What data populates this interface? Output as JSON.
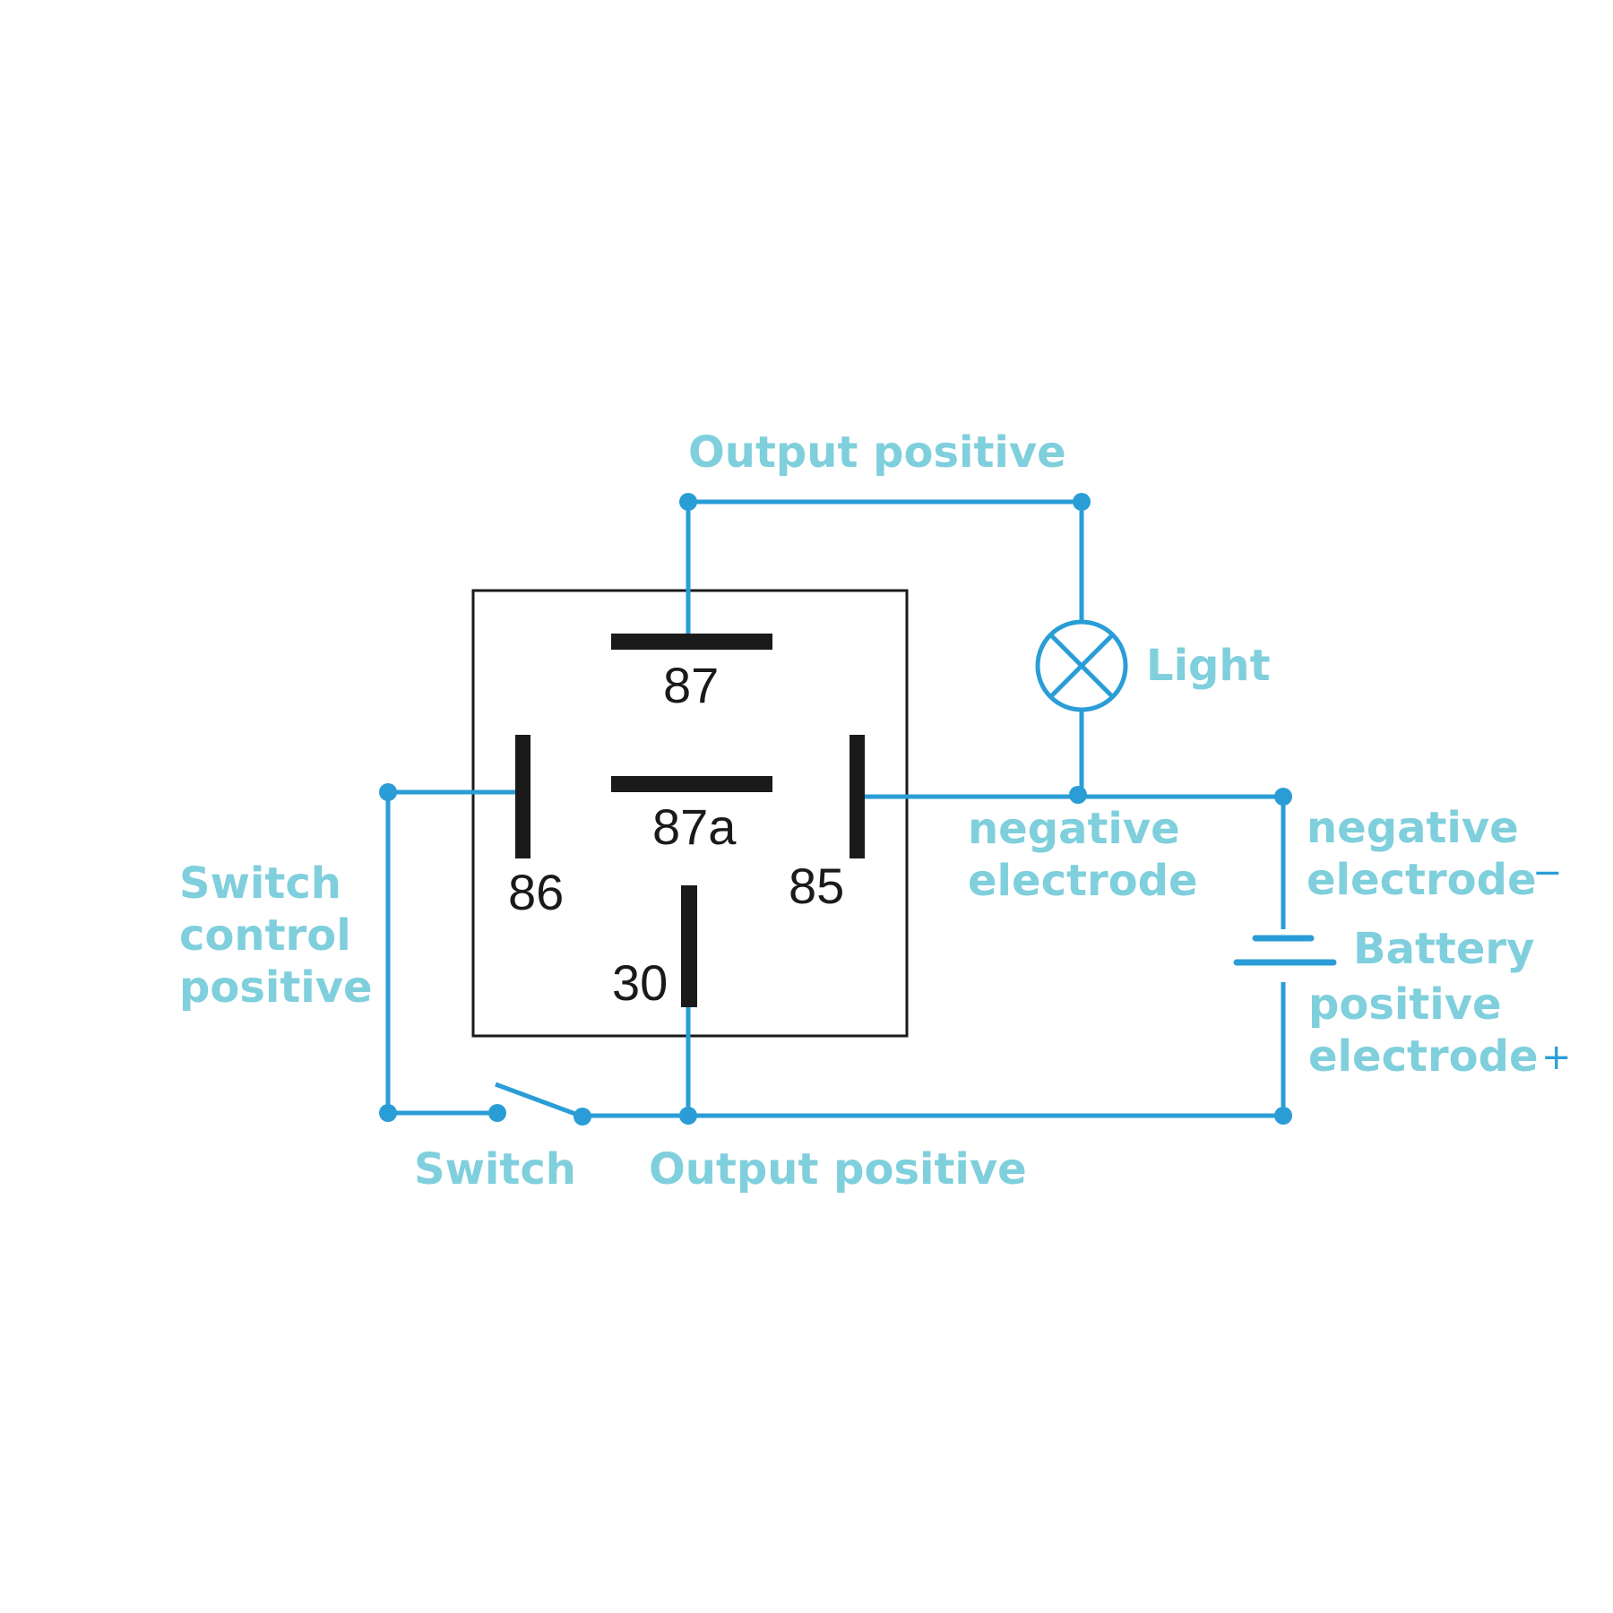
{
  "colors": {
    "wire": "#2a9dd6",
    "label": "#7fcfdc",
    "terminal": "#1a1a1a",
    "relay_box": "#1a1a1a",
    "background": "#ffffff"
  },
  "pins": {
    "p87": "87",
    "p87a": "87a",
    "p86": "86",
    "p85": "85",
    "p30": "30"
  },
  "labels": {
    "output_positive_top": "Output positive",
    "light": "Light",
    "negative_electrode_mid": [
      "negative",
      "electrode"
    ],
    "negative_electrode_right": [
      "negative",
      "electrode"
    ],
    "battery": "Battery",
    "positive_electrode": [
      "positive",
      "electrode"
    ],
    "switch_control_positive": [
      "Switch",
      "control",
      "positive"
    ],
    "switch": "Switch",
    "output_positive_bottom": "Output positive"
  },
  "signs": {
    "minus": "−",
    "plus": "+"
  },
  "icons": {
    "lamp": "lamp-icon",
    "battery": "battery-icon",
    "switch": "switch-icon"
  }
}
